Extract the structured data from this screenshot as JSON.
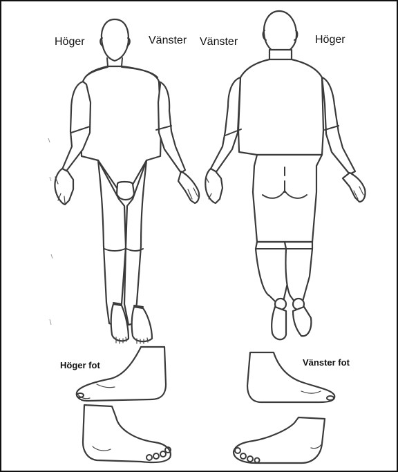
{
  "labels": {
    "front_right": "Höger",
    "front_left": "Vänster",
    "back_left": "Vänster",
    "back_right": "Höger",
    "right_foot": "Höger fot",
    "left_foot": "Vänster fot"
  }
}
